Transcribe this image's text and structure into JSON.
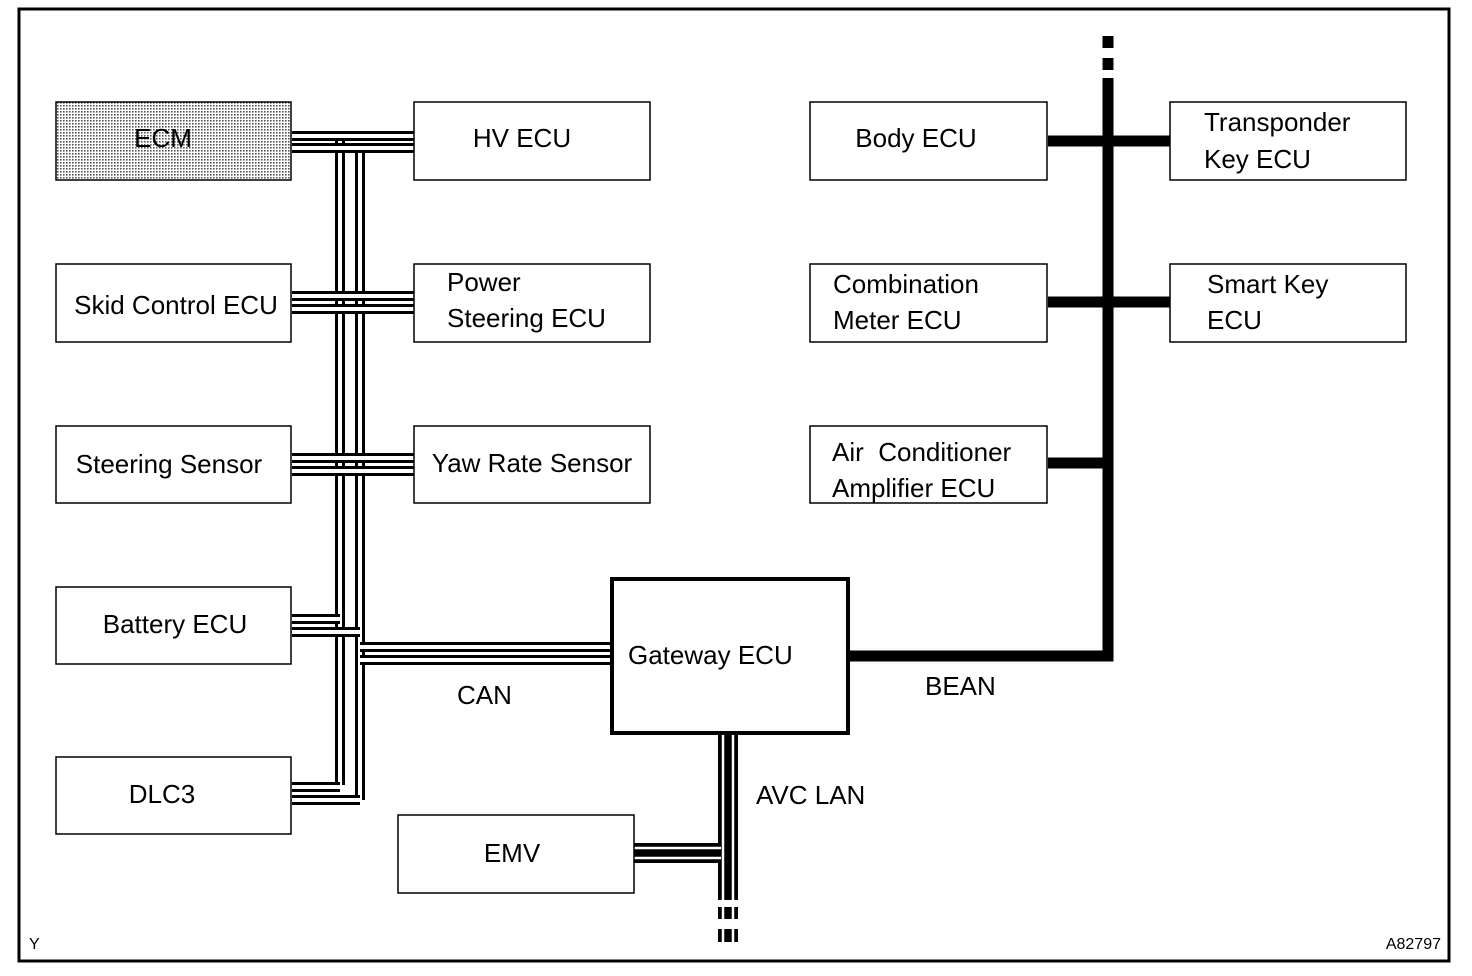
{
  "nodes": {
    "ecm": {
      "lines": [
        "ECM"
      ]
    },
    "hv_ecu": {
      "lines": [
        "HV ECU"
      ]
    },
    "skid_control_ecu": {
      "lines": [
        "Skid Control ECU"
      ]
    },
    "power_steering_ecu": {
      "lines": [
        "Power",
        "Steering ECU"
      ]
    },
    "steering_sensor": {
      "lines": [
        "Steering Sensor"
      ]
    },
    "yaw_rate_sensor": {
      "lines": [
        "Yaw Rate Sensor"
      ]
    },
    "battery_ecu": {
      "lines": [
        "Battery ECU"
      ]
    },
    "dlc3": {
      "lines": [
        "DLC3"
      ]
    },
    "emv": {
      "lines": [
        "EMV"
      ]
    },
    "gateway_ecu": {
      "lines": [
        "Gateway ECU"
      ]
    },
    "body_ecu": {
      "lines": [
        "Body ECU"
      ]
    },
    "transponder_key_ecu": {
      "lines": [
        "Transponder",
        "Key ECU"
      ]
    },
    "combination_meter_ecu": {
      "lines": [
        "Combination",
        "Meter ECU"
      ]
    },
    "smart_key_ecu": {
      "lines": [
        "Smart Key",
        "ECU"
      ]
    },
    "air_conditioner_amplifier_ecu": {
      "lines": [
        "Air  Conditioner",
        "Amplifier ECU"
      ]
    }
  },
  "labels": {
    "can": "CAN",
    "bean": "BEAN",
    "avc_lan": "AVC LAN",
    "corner_left": "Y",
    "corner_right": "A82797"
  },
  "styles": {
    "ecm_fill": "#d8d8d8",
    "line_color": "#000000",
    "background": "#ffffff"
  }
}
